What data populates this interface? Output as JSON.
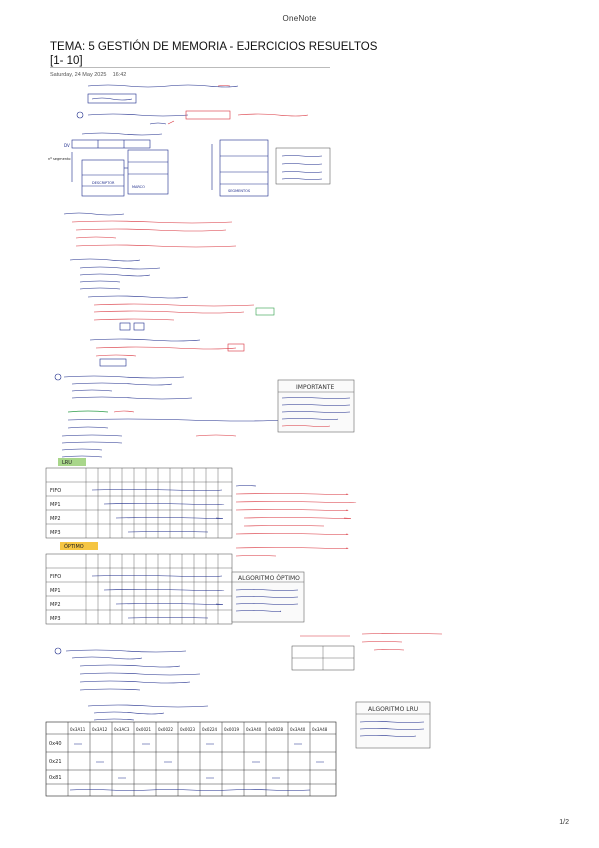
{
  "app": {
    "name": "OneNote"
  },
  "note": {
    "title_line1": "TEMA: 5 GESTIÓN DE MEMORIA - EJERCICIOS RESUELTOS",
    "title_line2": "[1- 10]",
    "date": "Saturday, 24 May 2025",
    "time": "16:42"
  },
  "page_indicator": "1/2",
  "boxes": {
    "important": "IMPORTANTE",
    "optimal_box": "ALGORITMO ÓPTIMO",
    "lru_box": "ALGORITMO LRU",
    "lru_label": "LRU",
    "optimo_label": "ÓPTIMO"
  },
  "table_rows": {
    "fifo": "FIFO",
    "mp1": "MP1",
    "mp2": "MP2",
    "mp3": "MP3"
  },
  "bottom_table": {
    "headers": [
      "0x3A11",
      "0x3A12",
      "0x3AC3",
      "0x0021",
      "0x0022",
      "0x0023",
      "0x0224",
      "0x0019",
      "0x3A40",
      "0x0028",
      "0x3A40",
      "0x3A48"
    ],
    "row_labels": [
      "0x40",
      "0x21",
      "0x81"
    ]
  },
  "colors": {
    "ink": "#1c2a8a",
    "red": "#d8303a",
    "green": "#2e9d4a",
    "highlight": "#f5c542"
  }
}
